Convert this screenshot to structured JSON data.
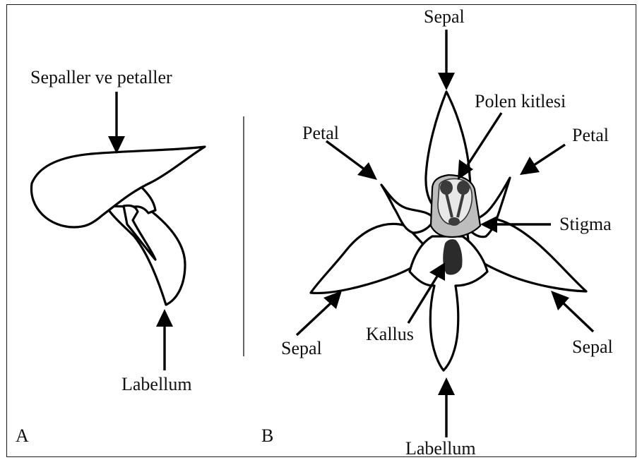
{
  "panel_a": {
    "letter": "A",
    "label_top": "Sepaller ve petaller",
    "label_bottom": "Labellum"
  },
  "panel_b": {
    "letter": "B",
    "label_sepal_top": "Sepal",
    "label_polen": "Polen kitlesi",
    "label_petal_left": "Petal",
    "label_petal_right": "Petal",
    "label_stigma": "Stigma",
    "label_kallus": "Kallus",
    "label_sepal_left": "Sepal",
    "label_sepal_right": "Sepal",
    "label_labellum": "Labellum"
  },
  "colors": {
    "outline": "#000000",
    "column_light": "#bdbdbd",
    "column_mid": "#d9d9d9",
    "pollinia_dark": "#3a3a3a",
    "callus_dark": "#2b2b2b"
  }
}
